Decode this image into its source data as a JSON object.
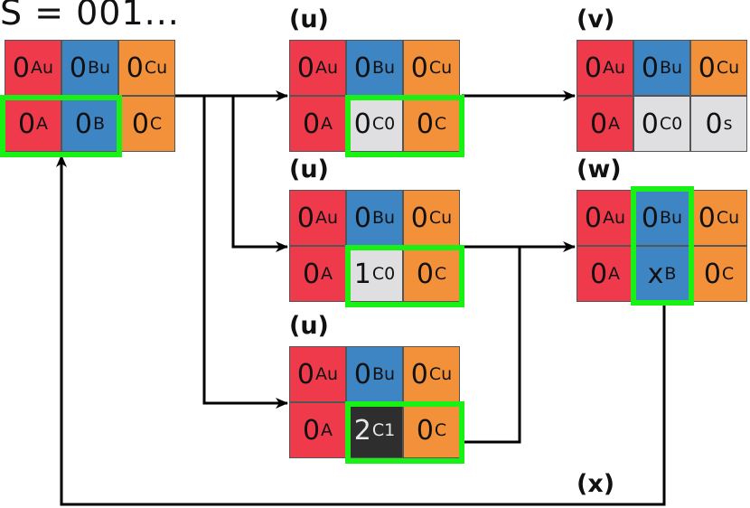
{
  "title": "S = 001...",
  "colors": {
    "A": "#ee3a4b",
    "B": "#3e85c4",
    "C": "#f2913a",
    "light": "#dfdfe1",
    "dark": "#2f2e2e",
    "highlight": "#19f013",
    "line": "#000000"
  },
  "states": {
    "initial": {
      "label": "",
      "top": [
        {
          "v": "0",
          "s": "Au"
        },
        {
          "v": "0",
          "s": "Bu"
        },
        {
          "v": "0",
          "s": "Cu"
        }
      ],
      "bottom": [
        {
          "v": "0",
          "s": "A"
        },
        {
          "v": "0",
          "s": "B"
        },
        {
          "v": "0",
          "s": "C"
        }
      ]
    },
    "u1": {
      "label": "(u)",
      "top": [
        {
          "v": "0",
          "s": "Au"
        },
        {
          "v": "0",
          "s": "Bu"
        },
        {
          "v": "0",
          "s": "Cu"
        }
      ],
      "bottom": [
        {
          "v": "0",
          "s": "A"
        },
        {
          "v": "0",
          "s": "C0"
        },
        {
          "v": "0",
          "s": "C"
        }
      ]
    },
    "u2": {
      "label": "(u)",
      "top": [
        {
          "v": "0",
          "s": "Au"
        },
        {
          "v": "0",
          "s": "Bu"
        },
        {
          "v": "0",
          "s": "Cu"
        }
      ],
      "bottom": [
        {
          "v": "0",
          "s": "A"
        },
        {
          "v": "1",
          "s": "C0"
        },
        {
          "v": "0",
          "s": "C"
        }
      ]
    },
    "u3": {
      "label": "(u)",
      "top": [
        {
          "v": "0",
          "s": "Au"
        },
        {
          "v": "0",
          "s": "Bu"
        },
        {
          "v": "0",
          "s": "Cu"
        }
      ],
      "bottom": [
        {
          "v": "0",
          "s": "A"
        },
        {
          "v": "2",
          "s": "C1"
        },
        {
          "v": "0",
          "s": "C"
        }
      ]
    },
    "v": {
      "label": "(v)",
      "top": [
        {
          "v": "0",
          "s": "Au"
        },
        {
          "v": "0",
          "s": "Bu"
        },
        {
          "v": "0",
          "s": "Cu"
        }
      ],
      "bottom": [
        {
          "v": "0",
          "s": "A"
        },
        {
          "v": "0",
          "s": "C0"
        },
        {
          "v": "0",
          "s": "s"
        }
      ]
    },
    "w": {
      "label": "(w)",
      "top": [
        {
          "v": "0",
          "s": "Au"
        },
        {
          "v": "0",
          "s": "Bu"
        },
        {
          "v": "0",
          "s": "Cu"
        }
      ],
      "bottom": [
        {
          "v": "0",
          "s": "A"
        },
        {
          "v": "x",
          "s": "B"
        },
        {
          "v": "0",
          "s": "C"
        }
      ]
    }
  },
  "loop_label": "(x)"
}
